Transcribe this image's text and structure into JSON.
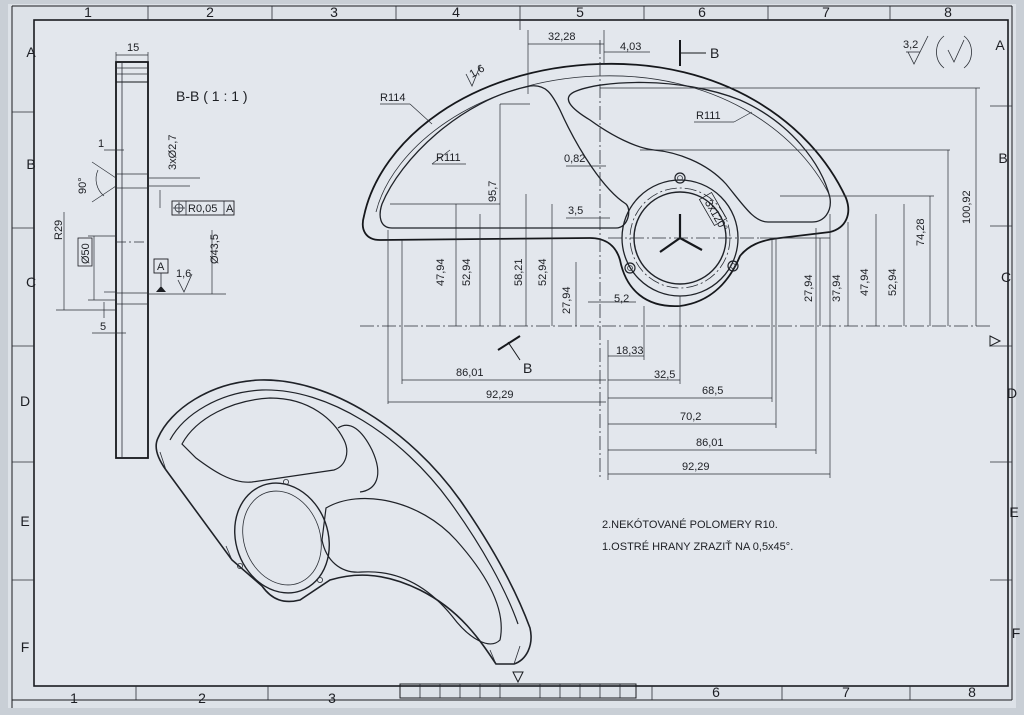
{
  "border": {
    "columns_top": [
      "1",
      "2",
      "3",
      "4",
      "5",
      "6",
      "7",
      "8"
    ],
    "columns_bottom": [
      "1",
      "2",
      "3",
      "6",
      "7",
      "8"
    ],
    "rows": [
      "A",
      "B",
      "C",
      "D",
      "E",
      "F"
    ]
  },
  "section": {
    "title": "B-B ( 1 : 1 )",
    "dims": {
      "width": "15",
      "small": "1",
      "holes": "3xØ2,7",
      "angle": "90°",
      "radius_r29": "R29",
      "dia50": "Ø50",
      "dia43": "Ø43,5",
      "gap5": "5",
      "tolerance": "R0,05",
      "datum_ref": "A",
      "datum": "A",
      "roughness": "1,6"
    }
  },
  "plan": {
    "section_marker": "B",
    "labels": {
      "r114": "R114",
      "r111_left": "R111",
      "r111_right": "R111",
      "rough16": "1,6",
      "d3228": "32,28",
      "d403": "4,03",
      "d082": "0,82",
      "d35": "3,5",
      "d52": "5,2",
      "d957": "95,7",
      "d5821": "58,21",
      "d5294a": "52,94",
      "d5294b": "52,94",
      "d4794a": "47,94",
      "d2794a": "27,94",
      "d2794b": "27,94",
      "d3794": "37,94",
      "d4794b": "47,94",
      "d5294c": "52,94",
      "d7428": "74,28",
      "d10092": "100,92",
      "holes_pattern": "3x120°"
    },
    "bottom_dims": {
      "d8601l": "86,01",
      "d9229l": "92,29",
      "d1833": "18,33",
      "d325": "32,5",
      "d685": "68,5",
      "d702": "70,2",
      "d8601r": "86,01",
      "d9229r": "92,29"
    }
  },
  "surface_finish": "3,2",
  "notes": [
    "2.NEKÓTOVANÉ POLOMERY R10.",
    "1.OSTRÉ HRANY ZRAZIŤ NA 0,5x45°."
  ]
}
